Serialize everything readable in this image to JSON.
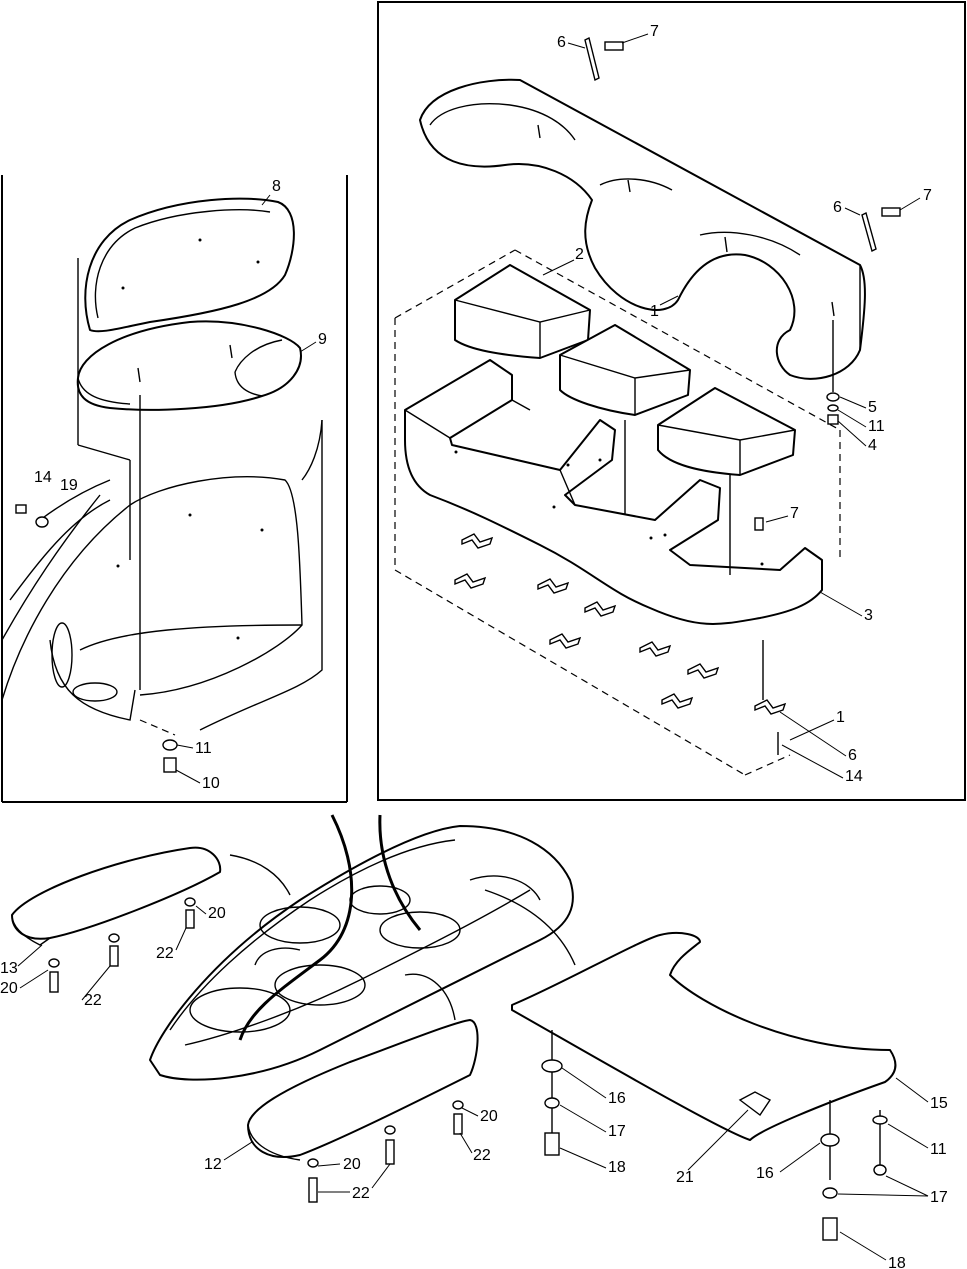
{
  "diagram": {
    "panels": [
      {
        "id": "left-seat-panel",
        "callouts": [
          "8",
          "9",
          "14",
          "19",
          "11",
          "10"
        ]
      },
      {
        "id": "rear-bench-panel",
        "callouts": [
          "6",
          "7",
          "2",
          "1",
          "6",
          "7",
          "5",
          "11",
          "4",
          "7",
          "3",
          "1",
          "6",
          "14"
        ]
      },
      {
        "id": "hull-and-cushions",
        "callouts": [
          "20",
          "13",
          "22",
          "20",
          "22",
          "20",
          "22",
          "12",
          "20",
          "22",
          "16",
          "17",
          "18",
          "15",
          "11",
          "21",
          "16",
          "17",
          "18"
        ]
      }
    ]
  },
  "labels": {
    "l8": "8",
    "l9": "9",
    "l14a": "14",
    "l19": "19",
    "l11a": "11",
    "l10": "10",
    "l6a": "6",
    "l7a": "7",
    "l2": "2",
    "l1a": "1",
    "l6b": "6",
    "l7b": "7",
    "l5": "5",
    "l11b": "11",
    "l4": "4",
    "l7c": "7",
    "l3": "3",
    "l1b": "1",
    "l6c": "6",
    "l14b": "14",
    "l20a": "20",
    "l13": "13",
    "l22a": "22",
    "l20b": "20",
    "l22b": "22",
    "l20c": "20",
    "l22c": "22",
    "l12": "12",
    "l20d": "20",
    "l22d": "22",
    "l16a": "16",
    "l17a": "17",
    "l18a": "18",
    "l15": "15",
    "l11c": "11",
    "l21": "21",
    "l16b": "16",
    "l17b": "17",
    "l18b": "18"
  }
}
